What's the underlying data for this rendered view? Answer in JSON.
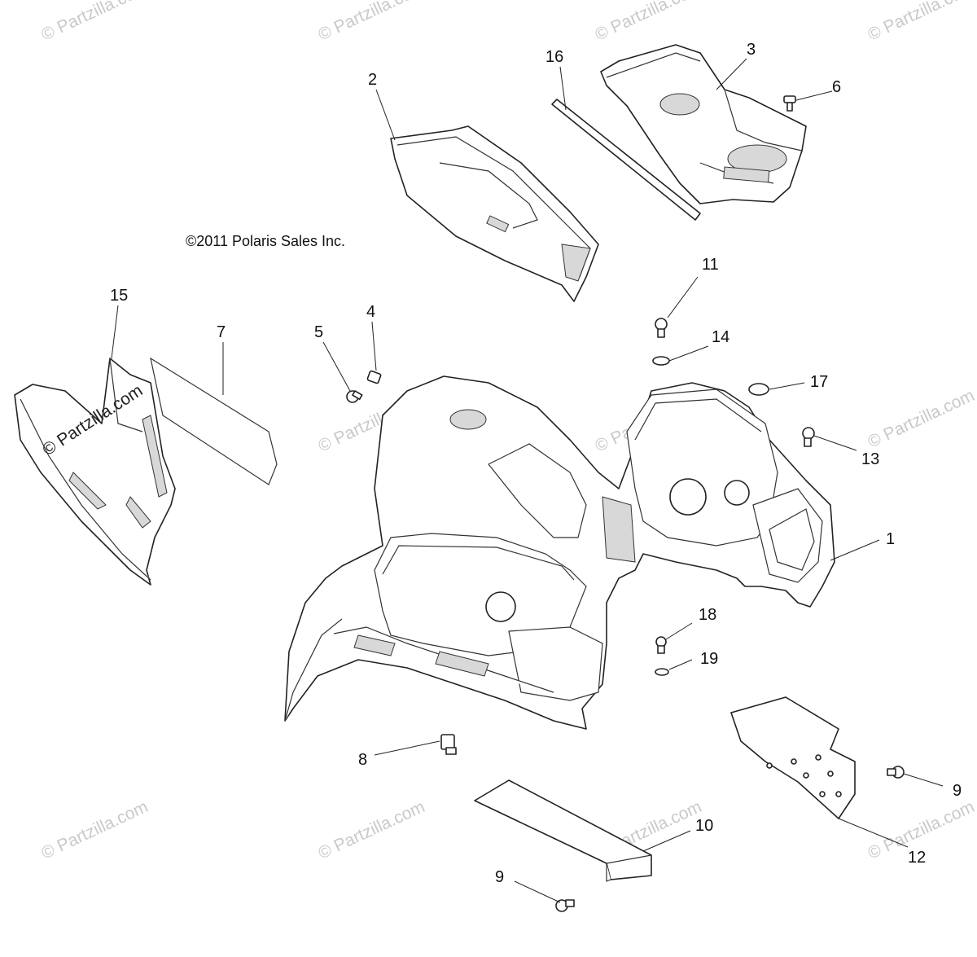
{
  "copyright": "©2011 Polaris Sales Inc.",
  "watermark": "© Partzilla.com",
  "callouts": {
    "c1": "1",
    "c2": "2",
    "c3": "3",
    "c4": "4",
    "c5": "5",
    "c6": "6",
    "c7": "7",
    "c8": "8",
    "c9a": "9",
    "c9b": "9",
    "c10": "10",
    "c11": "11",
    "c12": "12",
    "c13": "13",
    "c14": "14",
    "c15": "15",
    "c16": "16",
    "c17": "17",
    "c18": "18",
    "c19": "19"
  },
  "colors": {
    "line": "#222222",
    "watermark": "#c9c9c9",
    "background": "#ffffff"
  }
}
